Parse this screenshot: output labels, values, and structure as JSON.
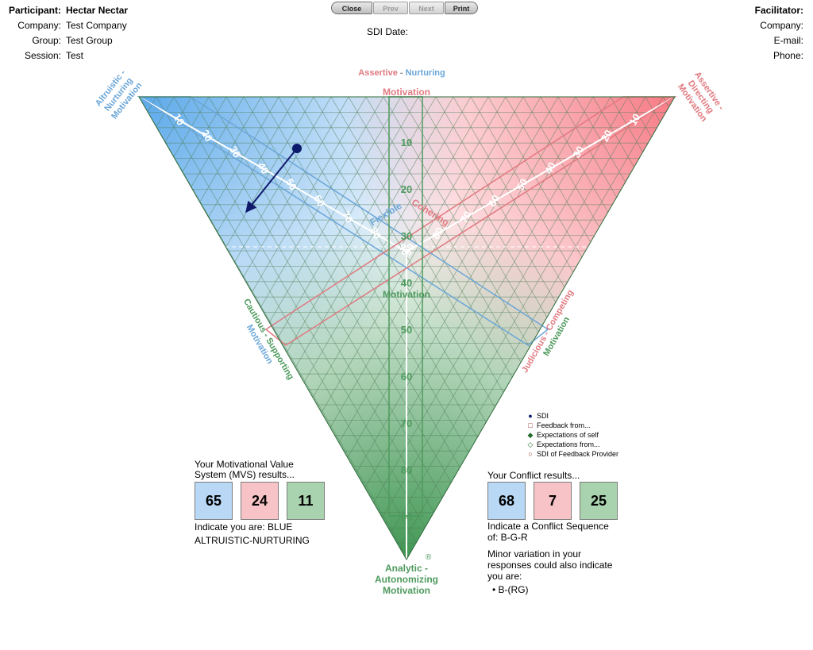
{
  "participant": {
    "participant_label": "Participant:",
    "participant_name": "Hectar Nectar",
    "company_label": "Company:",
    "company_value": "Test Company",
    "group_label": "Group:",
    "group_value": "Test Group",
    "session_label": "Session:",
    "session_value": "Test"
  },
  "facilitator": {
    "facilitator_label": "Facilitator:",
    "company_label": "Company:",
    "email_label": "E-mail:",
    "phone_label": "Phone:"
  },
  "toolbar": {
    "close": "Close",
    "prev": "Prev",
    "next": "Next",
    "print": "Print"
  },
  "sdi_date_label": "SDI Date:",
  "triangle": {
    "top_blue": "Assertive",
    "top_dash": " - ",
    "top_nurt": "Nurturing",
    "top_motiv": "Motivation",
    "tl_corner": [
      "Altruistic -",
      "Nurturing",
      "Motivation"
    ],
    "tr_corner": [
      "Assertive -",
      "Directing",
      "Motivation"
    ],
    "left_side": [
      "Cautious - Supporting",
      "Motivation"
    ],
    "right_side": [
      "Judicious - Competing",
      "Motivation"
    ],
    "bottom": [
      "Analytic -",
      "Autonomizing",
      "Motivation"
    ],
    "center_flexible": "Flexible",
    "center_cohering": "Cohering",
    "center_motivation": "Motivation",
    "registered_mark": "®",
    "scale": [
      "10",
      "20",
      "30",
      "40",
      "50",
      "60",
      "70",
      "80",
      "90"
    ],
    "sdi_point": {
      "blue": 65,
      "red": 24,
      "green": 11
    },
    "conflict_point": {
      "blue": 68,
      "red": 7,
      "green": 25
    }
  },
  "legend": [
    {
      "marker": "●",
      "label": "SDI",
      "color": "#0b1a6b"
    },
    {
      "marker": "□",
      "label": "Feedback from...",
      "color": "#8b1a1a"
    },
    {
      "marker": "◆",
      "label": "Expectations of self",
      "color": "#1f6b2b"
    },
    {
      "marker": "◇",
      "label": "Expectations from...",
      "color": "#1f6b2b"
    },
    {
      "marker": "○",
      "label": "SDI of Feedback Provider",
      "color": "#8b1a1a"
    }
  ],
  "mvs": {
    "title_line1": "Your Motivational Value",
    "title_line2": "System (MVS) results...",
    "blue": "65",
    "red": "24",
    "green": "11",
    "indicate_line1": "Indicate you are: BLUE",
    "indicate_line2": "ALTRUISTIC-NURTURING"
  },
  "conflict": {
    "title": "Your Conflict results...",
    "blue": "68",
    "red": "7",
    "green": "25",
    "sequence_line1": "Indicate a Conflict Sequence",
    "sequence_line2": "of: B-G-R",
    "minor_line1": "Minor variation in your",
    "minor_line2": "responses could also indicate",
    "minor_line3": "you are:",
    "bullet": "• B-(RG)"
  },
  "colors": {
    "blue": "#5aa8ea",
    "red": "#f47c86",
    "green": "#4a9c5c",
    "blue_text": "#6aa6d8",
    "red_text": "#e07a80",
    "green_text": "#4e9a5d"
  }
}
